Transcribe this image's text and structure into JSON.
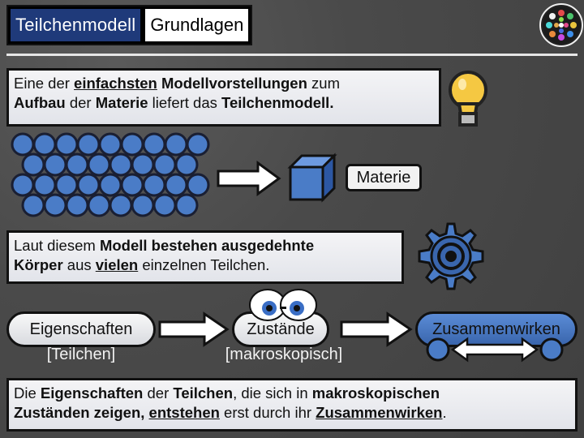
{
  "header": {
    "title_part1": "Teilchenmodell",
    "title_part2": "Grundlagen"
  },
  "box1": {
    "t1": "Eine der ",
    "t2": "einfachsten",
    "t3": " Modellvorstellungen",
    "t4": " zum",
    "t5": "Aufbau",
    "t6": " der ",
    "t7": "Materie",
    "t8": " liefert das ",
    "t9": "Teilchenmodell."
  },
  "materie_label": "Materie",
  "box2": {
    "t1": "Laut diesem ",
    "t2": "Modell bestehen ausgedehnte",
    "t3": "Körper",
    "t4": " aus ",
    "t5": "vielen",
    "t6": " einzelnen Teilchen."
  },
  "flow": {
    "eigenschaften": "Eigenschaften",
    "eigenschaften_sub": "[Teilchen]",
    "zustaende": "Zustände",
    "zustaende_sub": "[makroskopisch]",
    "zusammenwirken": "Zusammenwirken"
  },
  "box3": {
    "t1": "Die ",
    "t2": "Eigenschaften",
    "t3": " der ",
    "t4": "Teilchen",
    "t5": ", die sich in ",
    "t6": "makroskopischen",
    "t7": "Zuständen zeigen, ",
    "t8": "entstehen",
    "t9": " erst durch ihr ",
    "t10": "Zusammenwirken",
    "t11": "."
  },
  "icons": [
    "logo-icon",
    "lightbulb-icon",
    "particle-lattice-icon",
    "arrow-right-icon",
    "cube-icon",
    "gear-icon",
    "eyes-icon",
    "double-arrow-icon"
  ],
  "colors": {
    "title_bg": "#1f3a7a",
    "particle": "#4a7cc7",
    "particle_stroke": "#1a1f33",
    "bulb": "#f5c842"
  }
}
